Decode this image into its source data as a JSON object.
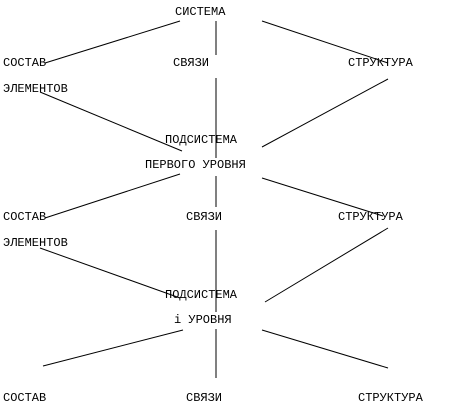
{
  "system": {
    "label": "СИСТЕМА"
  },
  "level0": {
    "composition_line1": "СОСТАВ",
    "composition_line2": "ЭЛЕМЕНТОВ",
    "links": "СВЯЗИ",
    "structure": "СТРУКТУРА"
  },
  "subsystem1": {
    "line1": "ПОДСИСТЕМА",
    "line2": "ПЕРВОГО УРОВНЯ"
  },
  "level1": {
    "composition_line1": "СОСТАВ",
    "composition_line2": "ЭЛЕМЕНТОВ",
    "links": "СВЯЗИ",
    "structure": "СТРУКТУРА"
  },
  "subsystem_i": {
    "line1": "ПОДСИСТЕМА",
    "line2": "i УРОВНЯ"
  },
  "level2": {
    "composition": "СОСТАВ",
    "links": "СВЯЗИ",
    "structure": "СТРУКТУРА"
  }
}
